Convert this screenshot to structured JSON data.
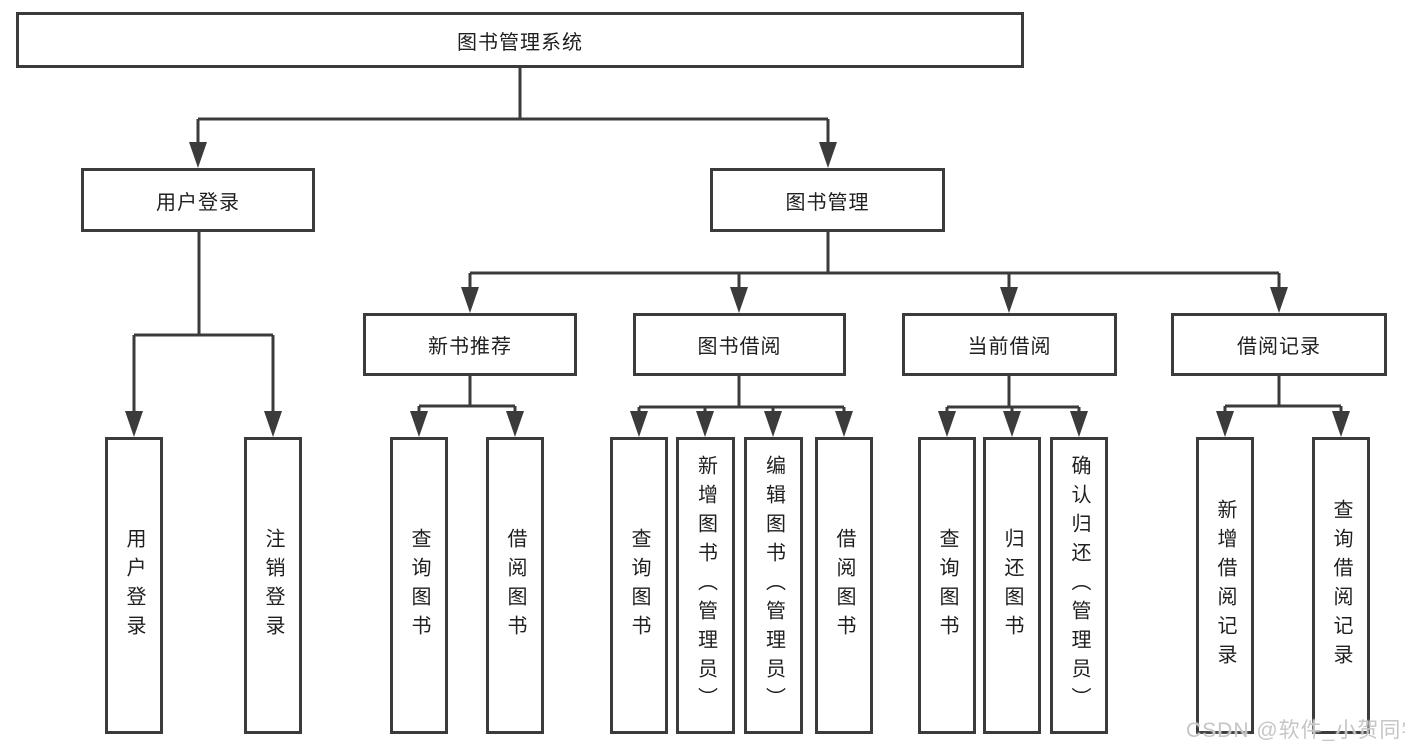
{
  "diagram": {
    "type": "hierarchy-tree",
    "root": {
      "label": "图书管理系统",
      "children": [
        {
          "label": "用户登录",
          "children": [
            {
              "label": "用户登录"
            },
            {
              "label": "注销登录"
            }
          ]
        },
        {
          "label": "图书管理",
          "children": [
            {
              "label": "新书推荐",
              "children": [
                {
                  "label": "查询图书"
                },
                {
                  "label": "借阅图书"
                }
              ]
            },
            {
              "label": "图书借阅",
              "children": [
                {
                  "label": "查询图书"
                },
                {
                  "label": "新增图书（管理员）"
                },
                {
                  "label": "编辑图书（管理员）"
                },
                {
                  "label": "借阅图书"
                }
              ]
            },
            {
              "label": "当前借阅",
              "children": [
                {
                  "label": "查询图书"
                },
                {
                  "label": "归还图书"
                },
                {
                  "label": "确认归还（管理员）"
                }
              ]
            },
            {
              "label": "借阅记录",
              "children": [
                {
                  "label": "新增借阅记录"
                },
                {
                  "label": "查询借阅记录"
                }
              ]
            }
          ]
        }
      ]
    },
    "colors": {
      "line": "#3b3b3b",
      "box_border": "#3b3b3b",
      "text": "#1f1f1f",
      "background": "#ffffff",
      "watermark": "#c6c6c6"
    }
  },
  "watermark": {
    "text": "CSDN @软件_小贺同学"
  }
}
